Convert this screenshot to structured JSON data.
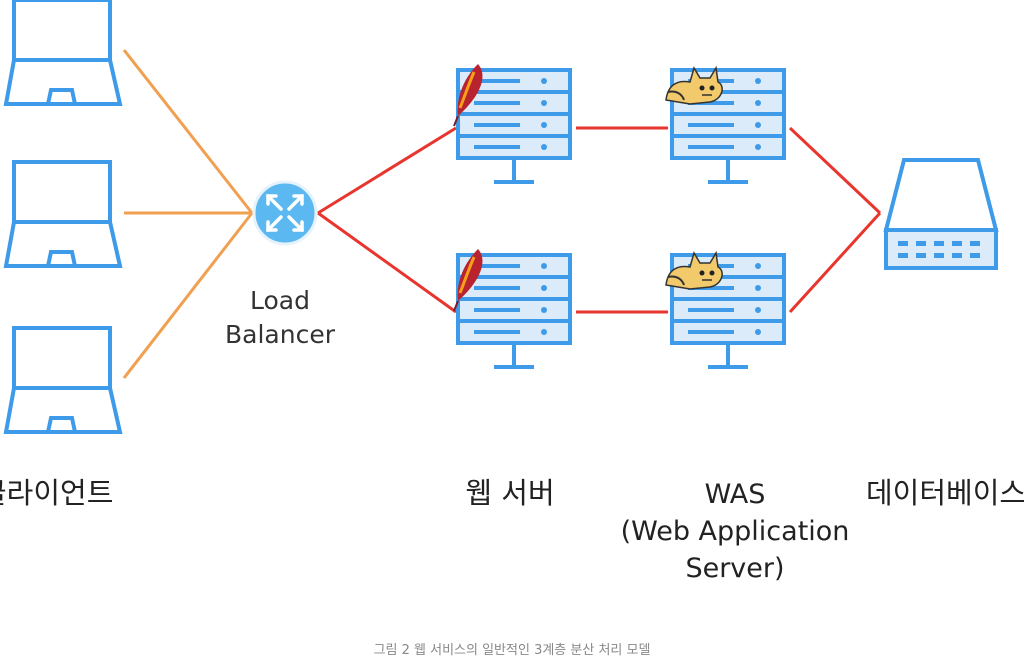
{
  "labels": {
    "load_balancer_line1": "Load",
    "load_balancer_line2": "Balancer",
    "client": "클라이언트",
    "web_server": "웹 서버",
    "was_line1": "WAS",
    "was_line2": "(Web Application",
    "was_line3": "Server)",
    "database": "데이터베이스",
    "caption": "그림 2 웹 서비스의 일반적인 3계층 분산 처리 모델"
  },
  "icons": {
    "client": "laptop-icon",
    "load_balancer": "load-balancer-icon",
    "web_server": "server-rack-icon",
    "apache": "apache-feather-icon",
    "was": "server-rack-icon",
    "tomcat": "tomcat-cat-icon",
    "database": "storage-device-icon"
  },
  "colors": {
    "device_stroke": "#3d9be9",
    "device_fill": "#dcebf9",
    "client_link": "#f0a050",
    "server_link": "#e8352e",
    "load_balancer": "#5bb8f0"
  }
}
